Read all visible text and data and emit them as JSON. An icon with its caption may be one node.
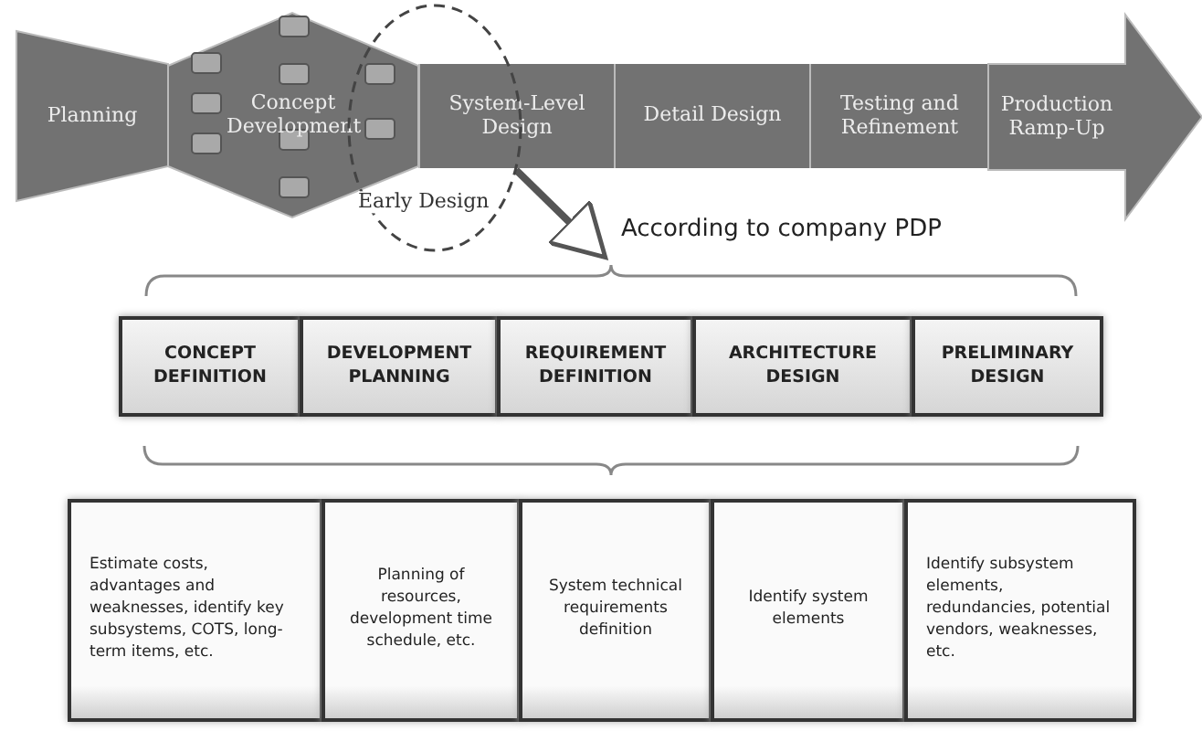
{
  "diagram": {
    "nodes": [
      {
        "text": [
          "Planning"
        ]
      },
      {
        "text": [
          "Concept Development"
        ]
      },
      {
        "text": [
          "System-Level Design"
        ]
      },
      {
        "text": [
          "Detail Design"
        ]
      },
      {
        "text": [
          "Testing and Refinement"
        ]
      },
      {
        "text": [
          "Production Ramp-Up"
        ]
      },
      {
        "text": [
          "Early Design"
        ]
      },
      {
        "text": [
          "CONCEPT DEFINITION"
        ]
      },
      {
        "text": [
          "DEVELOPMENT PLANNING"
        ]
      },
      {
        "text": [
          "REQUIREMENT DEFINITION"
        ]
      },
      {
        "text": [
          "ARCHITECTURE DESIGN"
        ]
      },
      {
        "text": [
          "PRELIMINARY DESIGN"
        ]
      },
      {
        "text": [
          "Estimate costs, advantages and weaknesses, identify key subsystems, COTS, long-term items, etc."
        ]
      },
      {
        "text": [
          "Planning of resources, development time schedule, etc."
        ]
      },
      {
        "text": [
          "System technical requirements definition"
        ]
      },
      {
        "text": [
          "Identify system elements"
        ]
      },
      {
        "text": [
          "Identify subsystem elements, redundancies, potential vendors, weaknesses, etc."
        ]
      },
      {
        "text": [],
        "shape": "bracket"
      }
    ],
    "edges": [
      {
        "from": 2,
        "to": 17,
        "arrow": "to"
      }
    ],
    "labels": [
      "According to company PDP"
    ]
  }
}
